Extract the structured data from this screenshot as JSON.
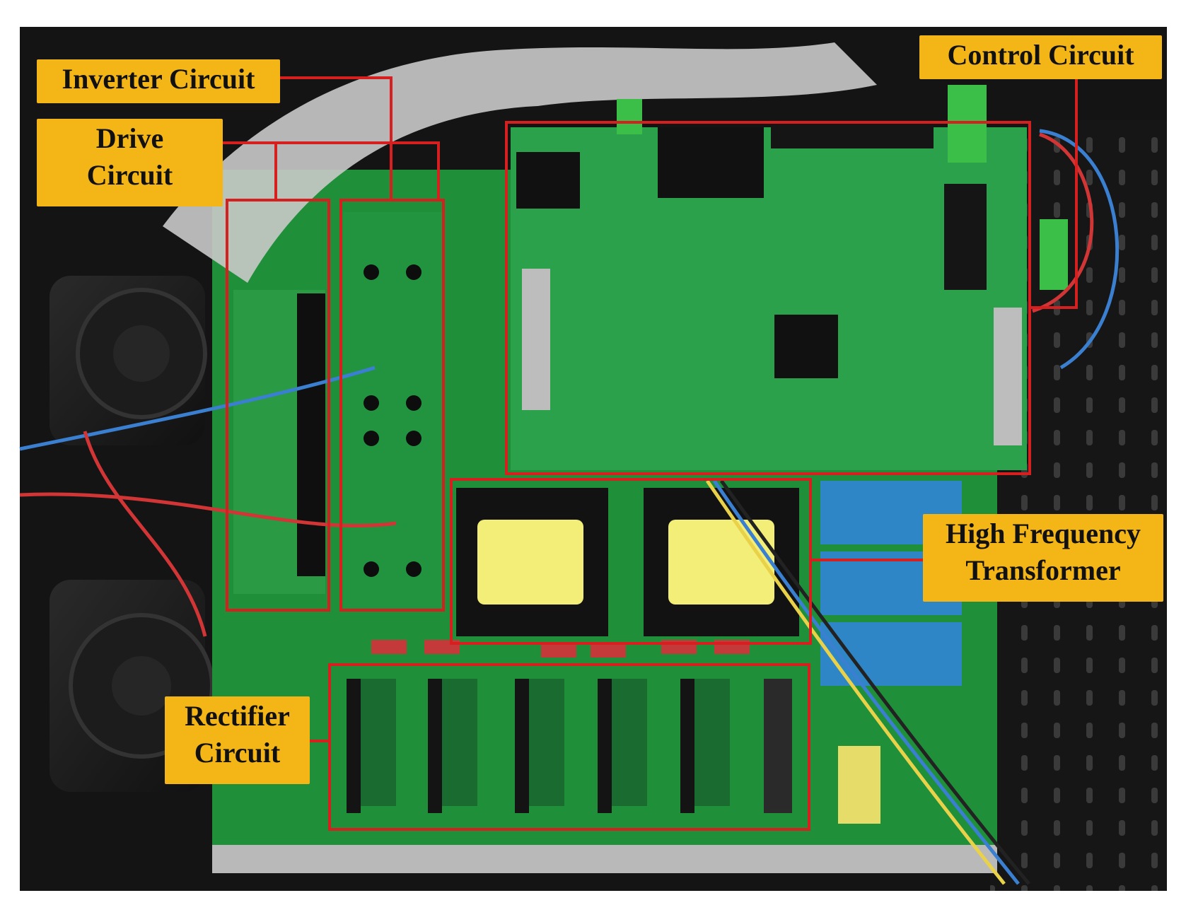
{
  "photo": {
    "background": "#141414",
    "board_color": "#1f8f3a",
    "control_board_color": "#2aa14a",
    "annotation_color": "#d61f1f",
    "label_color": "#f4b616"
  },
  "labels": {
    "inverter": {
      "line1": "Inverter Circuit"
    },
    "drive": {
      "line1": "Drive",
      "line2": "Circuit"
    },
    "control": {
      "line1": "Control Circuit"
    },
    "transformer": {
      "line1": "High Frequency",
      "line2": "Transformer"
    },
    "rectifier": {
      "line1": "Rectifier",
      "line2": "Circuit"
    }
  }
}
